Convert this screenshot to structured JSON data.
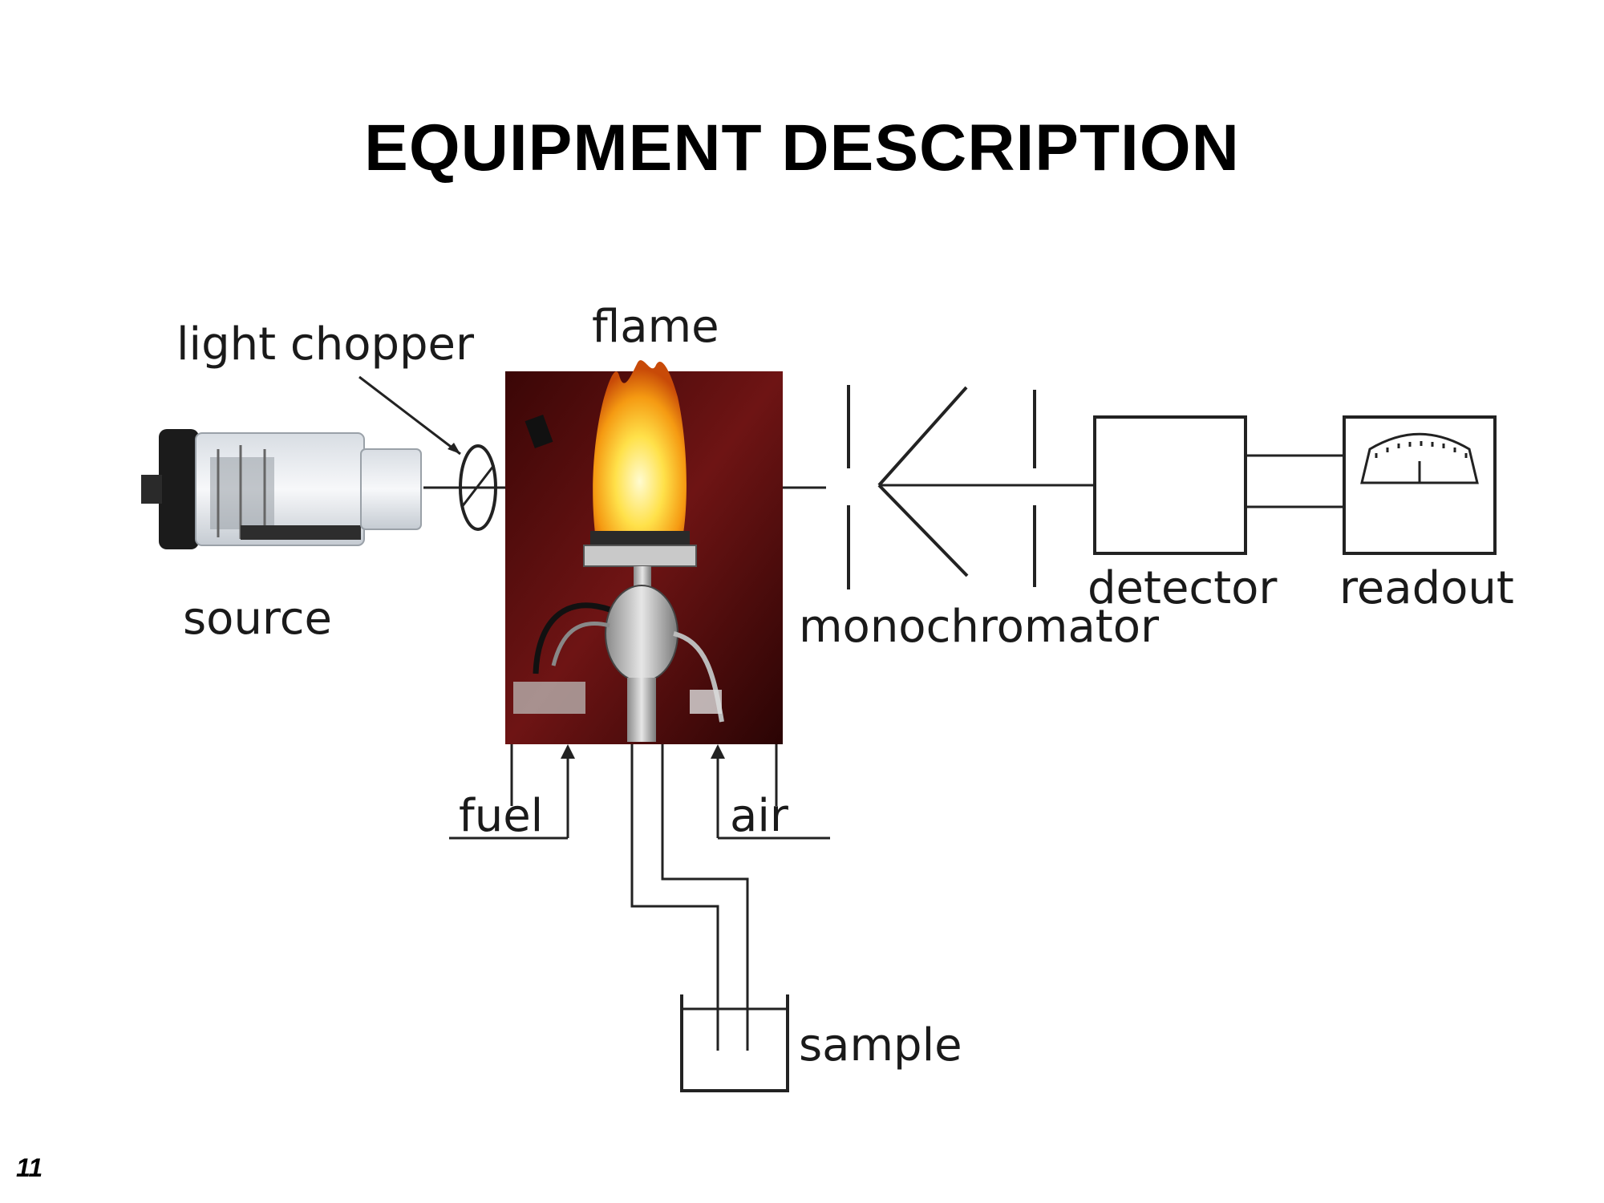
{
  "slide": {
    "title": "EQUIPMENT DESCRIPTION",
    "page_number": "11"
  },
  "labels": {
    "light_chopper": "light chopper",
    "flame": "flame",
    "source": "source",
    "monochromator": "monochromator",
    "detector": "detector",
    "readout": "readout",
    "fuel": "fuel",
    "air": "air",
    "sample": "sample"
  },
  "colors": {
    "burner_background": "#5a0c0c",
    "flame_core": "#fff7a0",
    "flame_outer": "#f08a10",
    "line": "#222222"
  }
}
